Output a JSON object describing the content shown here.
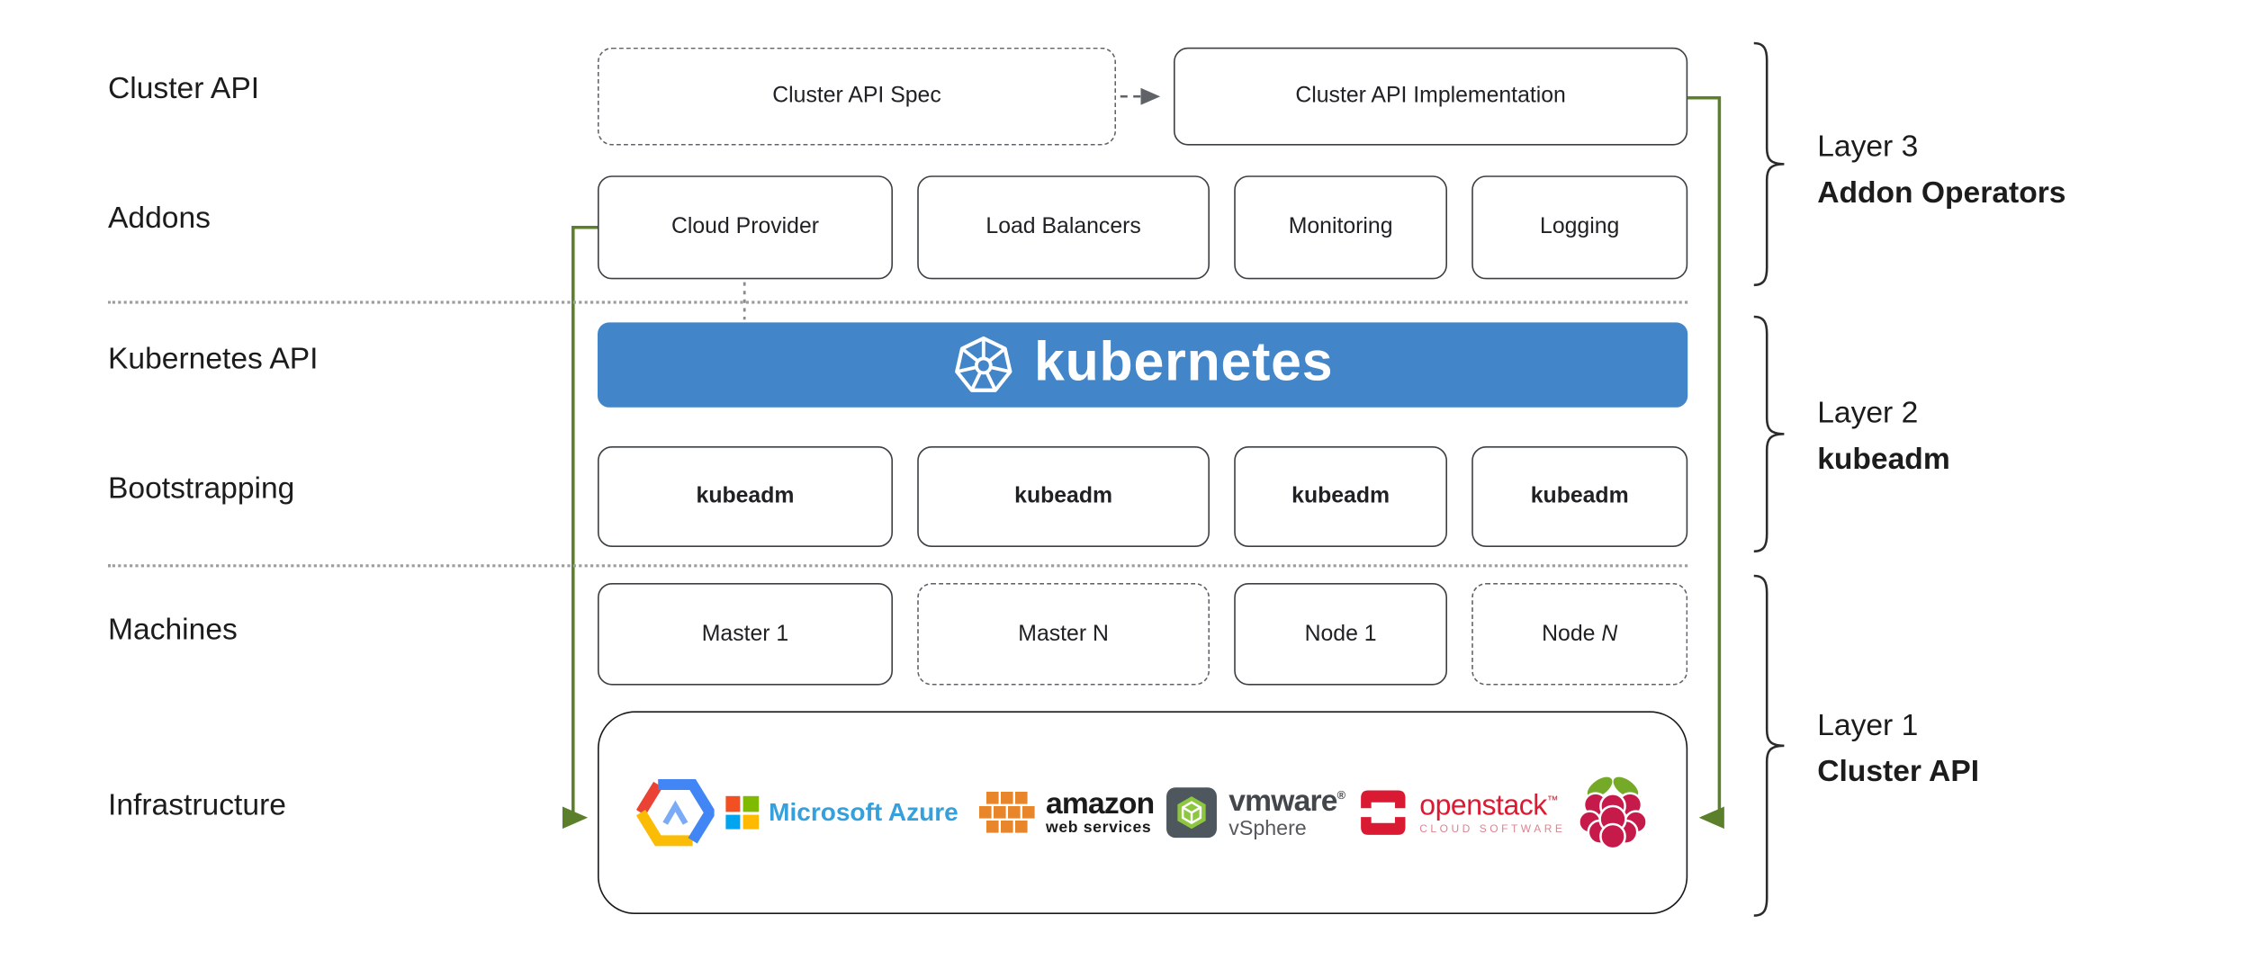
{
  "row_labels": [
    {
      "label": "Cluster API"
    },
    {
      "label": "Addons"
    },
    {
      "label": "Kubernetes API"
    },
    {
      "label": "Bootstrapping"
    },
    {
      "label": "Machines"
    },
    {
      "label": "Infrastructure"
    }
  ],
  "cluster_api": {
    "spec_label": "Cluster API Spec",
    "impl_label": "Cluster API Implementation"
  },
  "addons": [
    {
      "label": "Cloud Provider"
    },
    {
      "label": "Load Balancers"
    },
    {
      "label": "Monitoring"
    },
    {
      "label": "Logging"
    }
  ],
  "kubernetes": {
    "wordmark": "kubernetes",
    "logo_icon": "kubernetes-helm-wheel-icon"
  },
  "bootstrapping": [
    {
      "label": "kubeadm"
    },
    {
      "label": "kubeadm"
    },
    {
      "label": "kubeadm"
    },
    {
      "label": "kubeadm"
    }
  ],
  "machines": [
    {
      "label": "Master 1"
    },
    {
      "label": "Master N"
    },
    {
      "label": "Node 1"
    },
    {
      "prefix": "Node ",
      "n": "N"
    }
  ],
  "logos": {
    "gcp": {
      "name": "Google Cloud Platform"
    },
    "azure": {
      "text": "Microsoft Azure"
    },
    "aws": {
      "line1": "amazon",
      "line2": "web services"
    },
    "vmware": {
      "brand": "vmware",
      "reg": "®",
      "product": "vSphere"
    },
    "openstack": {
      "brand": "openstack",
      "tm": "™",
      "tagline": "CLOUD SOFTWARE"
    },
    "raspberry_pi": {
      "name": "Raspberry Pi"
    }
  },
  "layers": [
    {
      "title": "Layer 3",
      "subtitle": "Addon Operators"
    },
    {
      "title": "Layer 2",
      "subtitle": "kubeadm"
    },
    {
      "title": "Layer 1",
      "subtitle": "Cluster API"
    }
  ],
  "colors": {
    "kubernetes_blue": "#4285c8",
    "arrow_green": "#5b7f2b",
    "gcp_red": "#EA4335",
    "gcp_blue": "#4285F4",
    "gcp_yellow": "#FBBC05",
    "ms_red": "#F25022",
    "ms_green": "#7FBA00",
    "ms_blue": "#00A4EF",
    "ms_yellow": "#FFB900",
    "azure_text_blue": "#35a0dc",
    "aws_orange": "#E8862C",
    "vmware_green": "#8DC63F",
    "openstack_red": "#DA1A32",
    "raspberry_red": "#C51A4A",
    "raspberry_leaf_green": "#75A928"
  }
}
